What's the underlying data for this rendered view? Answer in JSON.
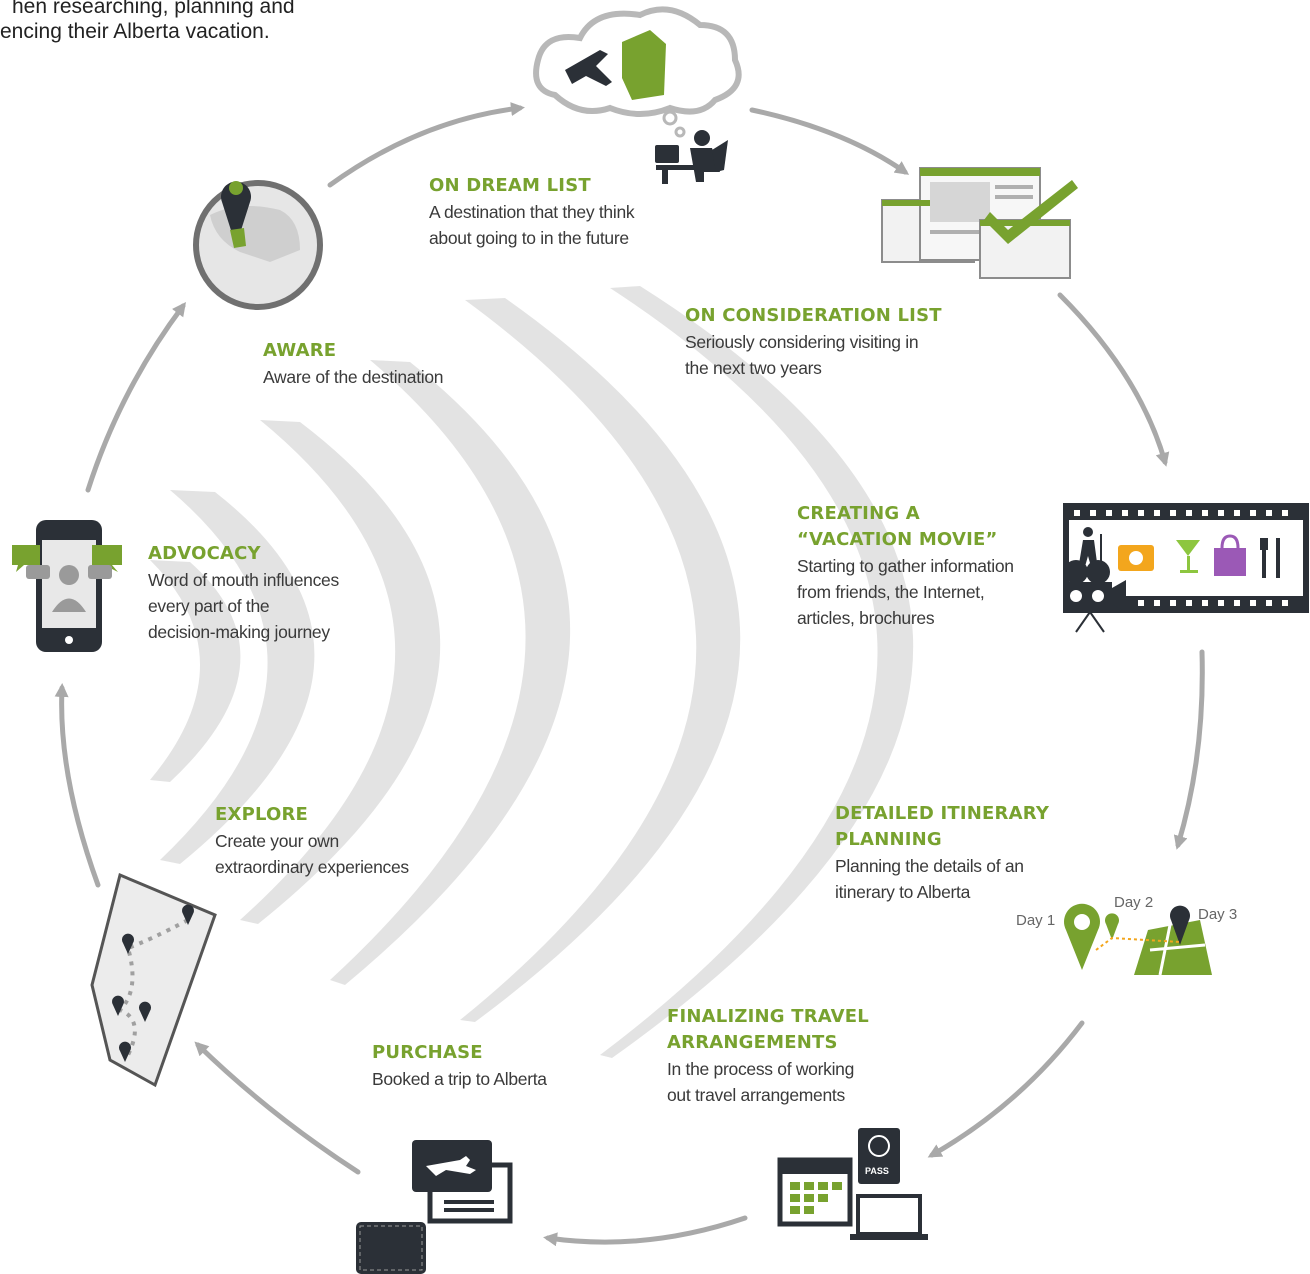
{
  "intro": {
    "line1": "hen researching, planning and",
    "line2": "encing their Alberta vacation."
  },
  "stages": {
    "aware": {
      "title": "AWARE",
      "desc": [
        "Aware of the destination"
      ]
    },
    "dream": {
      "title": "ON DREAM LIST",
      "desc": [
        "A destination that they think",
        "about going to in the future"
      ]
    },
    "consideration": {
      "title": "ON CONSIDERATION LIST",
      "desc": [
        "Seriously considering visiting in",
        "the next two years"
      ]
    },
    "movie": {
      "title": [
        "CREATING A",
        "“VACATION MOVIE”"
      ],
      "desc": [
        "Starting to gather information",
        "from friends, the Internet,",
        "articles, brochures"
      ]
    },
    "itinerary": {
      "title": [
        "DETAILED ITINERARY",
        "PLANNING"
      ],
      "desc": [
        "Planning the details of an",
        "itinerary to Alberta"
      ]
    },
    "finalizing": {
      "title": [
        "FINALIZING TRAVEL",
        "ARRANGEMENTS"
      ],
      "desc": [
        "In the process of working",
        "out travel arrangements"
      ]
    },
    "purchase": {
      "title": "PURCHASE",
      "desc": [
        "Booked a trip to Alberta"
      ]
    },
    "explore": {
      "title": "EXPLORE",
      "desc": [
        "Create your own",
        "extraordinary experiences"
      ]
    },
    "advocacy": {
      "title": "ADVOCACY",
      "desc": [
        "Word of mouth influences",
        "every part of the",
        "decision-making journey"
      ]
    }
  },
  "itinerary_icon": {
    "day1": "Day 1",
    "day2": "Day 2",
    "day3": "Day 3"
  },
  "passport_label": "PASS",
  "colors": {
    "accent_green": "#78a22f",
    "icon_dark": "#2b3037",
    "arrow_gray": "#a9a9a9",
    "arc_gray": "#e4e4e4"
  },
  "icons": [
    "globe-pin-icon",
    "dream-cloud-icon",
    "computer-user-icon",
    "web-pages-check-icon",
    "film-strip-icon",
    "itinerary-map-icon",
    "calendar-passport-laptop-icon",
    "ticket-wallet-icon",
    "alberta-route-map-icon",
    "phone-social-icon"
  ]
}
